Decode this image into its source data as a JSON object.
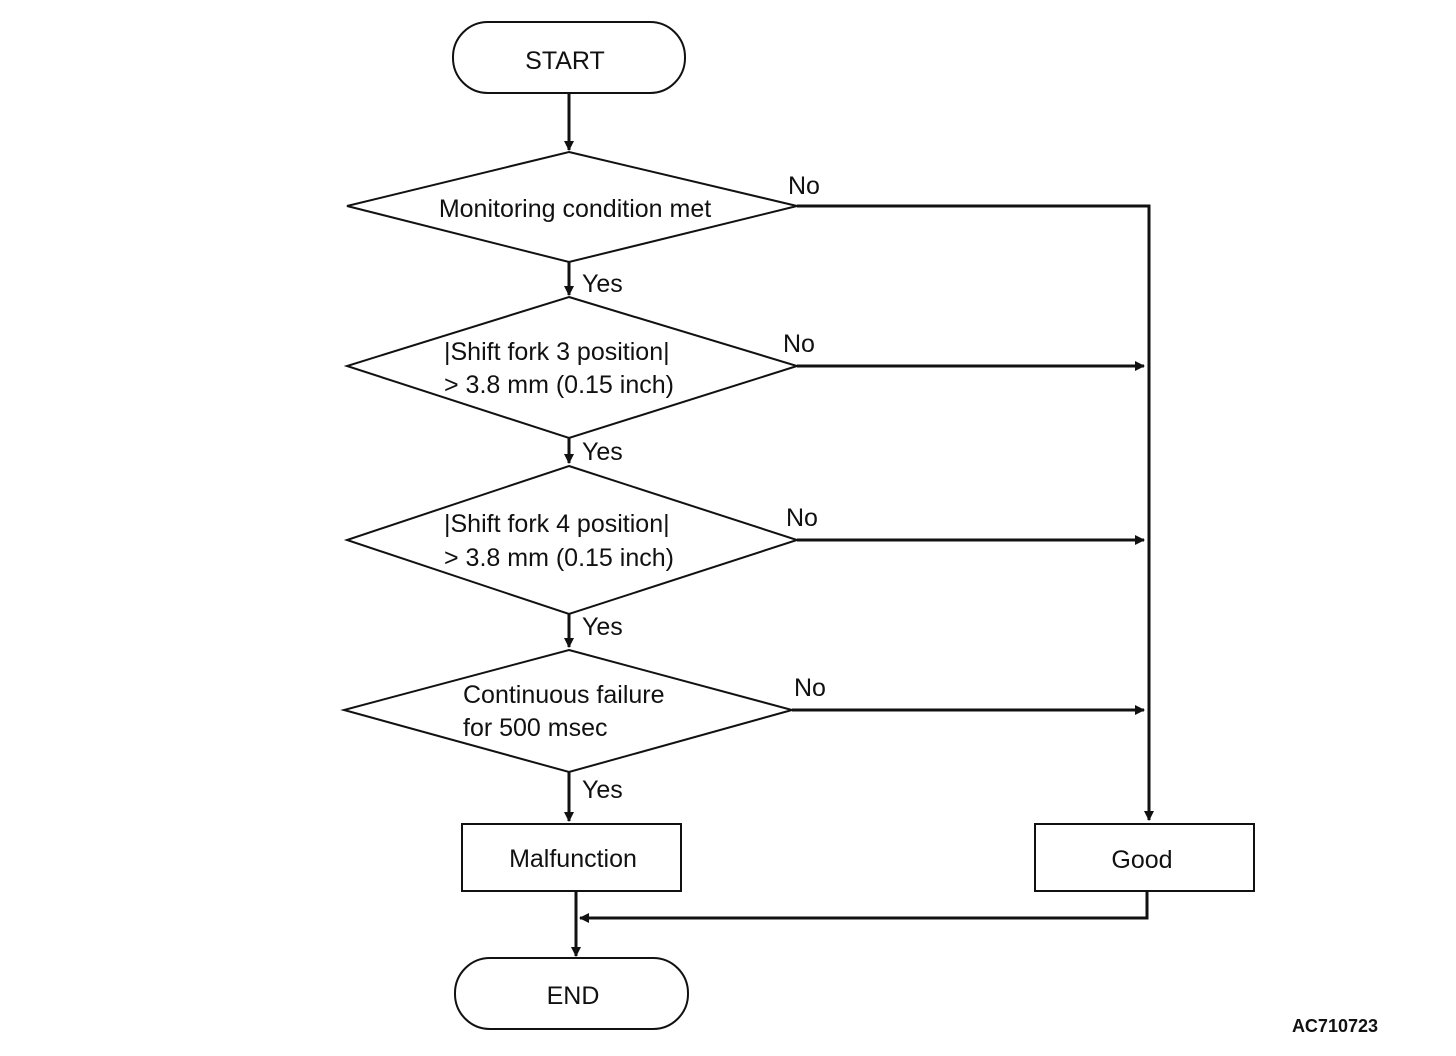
{
  "flowchart": {
    "start": "START",
    "end": "END",
    "decisions": [
      {
        "line1": "Monitoring condition met",
        "line2": "",
        "yes": "Yes",
        "no": "No"
      },
      {
        "line1": "|Shift fork 3 position|",
        "line2": "> 3.8 mm (0.15 inch)",
        "yes": "Yes",
        "no": "No"
      },
      {
        "line1": "|Shift fork 4 position|",
        "line2": "> 3.8 mm (0.15 inch)",
        "yes": "Yes",
        "no": "No"
      },
      {
        "line1": "Continuous failure",
        "line2": "for 500 msec",
        "yes": "Yes",
        "no": "No"
      }
    ],
    "malfunction": "Malfunction",
    "good": "Good"
  },
  "figure_code": "AC710723",
  "colors": {
    "stroke": "#111111",
    "background": "#ffffff"
  }
}
